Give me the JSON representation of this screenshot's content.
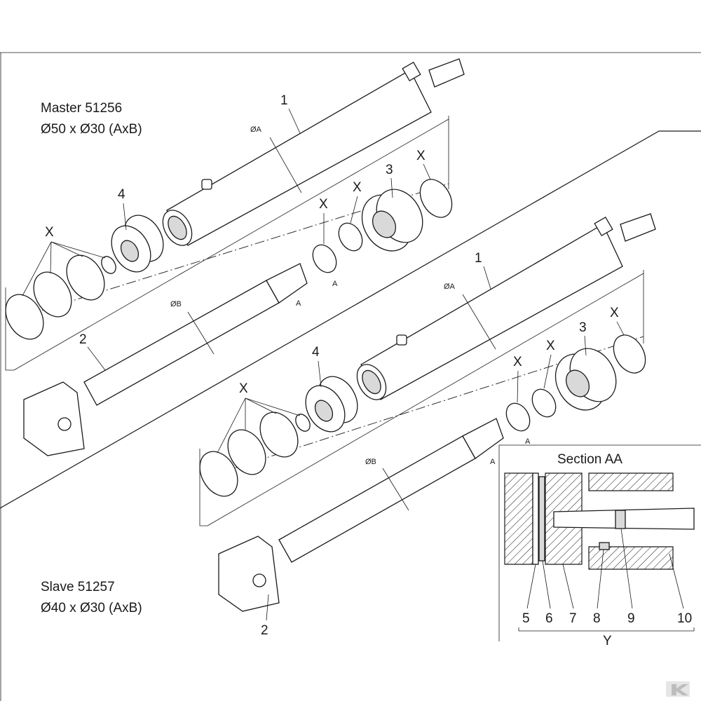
{
  "master": {
    "title": "Master 51256",
    "dims": "Ø50 x Ø30 (AxB)"
  },
  "slave": {
    "title": "Slave 51257",
    "dims": "Ø40 x Ø30 (AxB)"
  },
  "labels": {
    "part1": "1",
    "part2": "2",
    "part3": "3",
    "part4": "4",
    "x": "X",
    "dia_a": "ØA",
    "dia_b": "ØB",
    "a": "A"
  },
  "section": {
    "title": "Section AA",
    "items": [
      "5",
      "6",
      "7",
      "8",
      "9",
      "10"
    ],
    "group": "Y"
  },
  "icons": {
    "brand": "brand-logo-icon"
  }
}
